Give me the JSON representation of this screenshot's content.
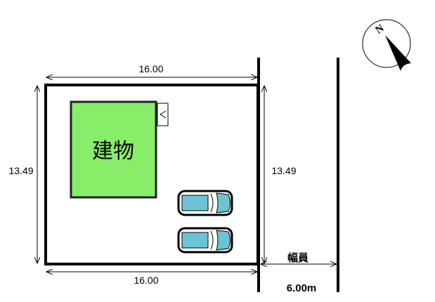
{
  "plan": {
    "lot_width_top": "16.00",
    "lot_width_bottom": "16.00",
    "lot_depth_left": "13.49",
    "lot_depth_right": "13.49",
    "building_label": "建物",
    "road_label": "幅員",
    "road_width": "6.00m",
    "compass_label": "N"
  },
  "colors": {
    "building": "#88ee6a",
    "car": "#6cc3d5",
    "lines": "#000000"
  }
}
